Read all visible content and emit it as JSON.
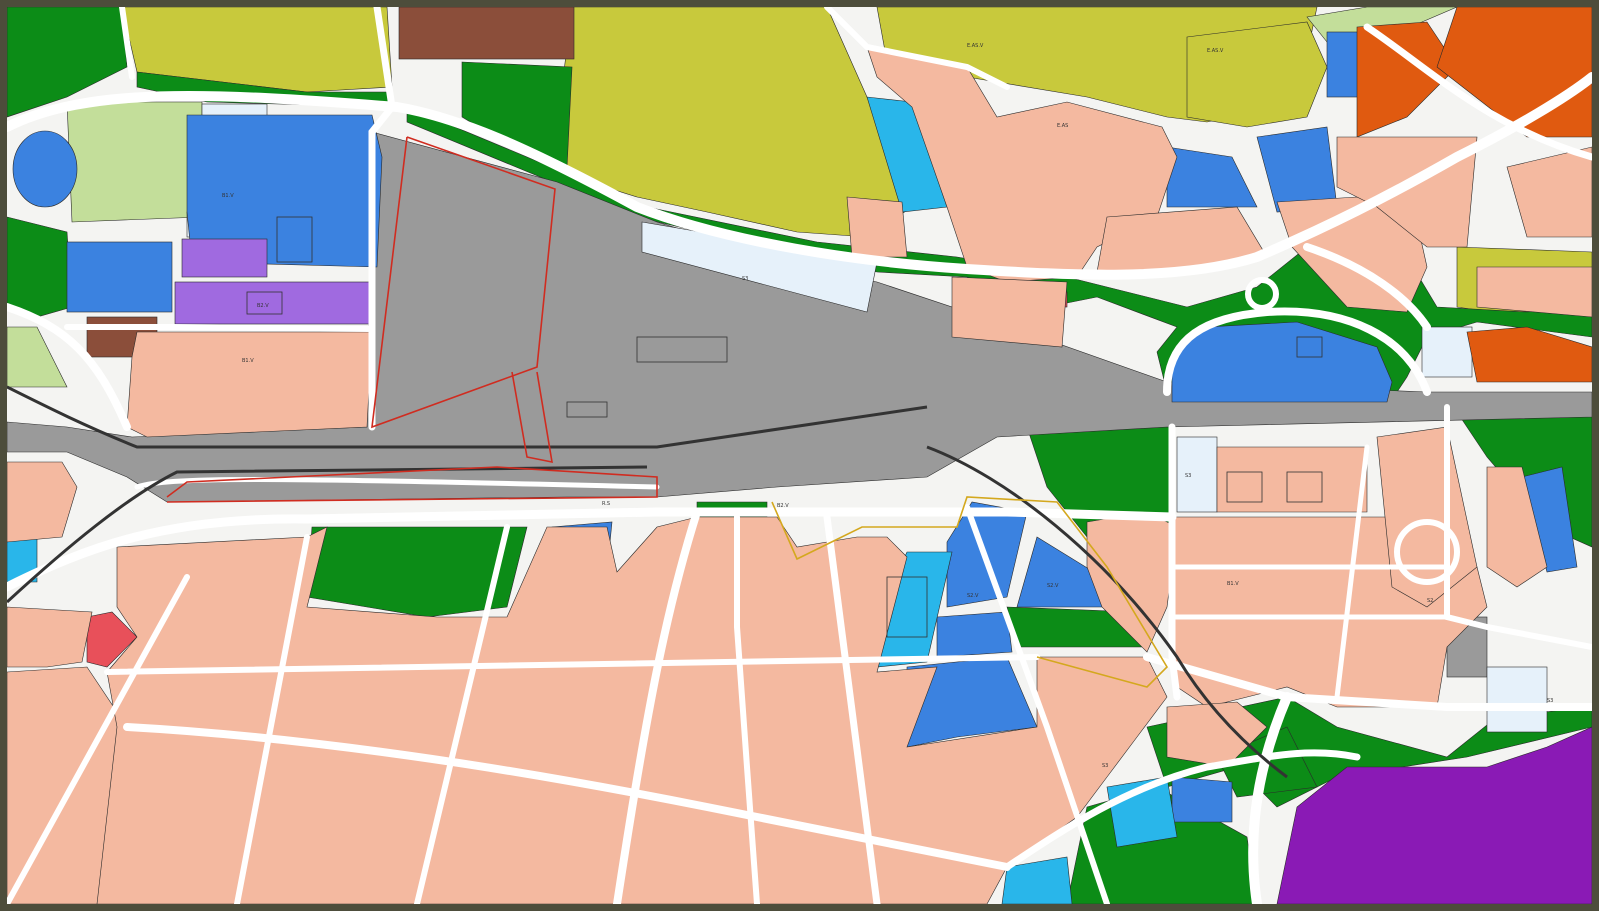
{
  "map": {
    "colors": {
      "background": "#f4f4f2",
      "frame": "#4d4d3b",
      "residential": "#f4b9a0",
      "agricultural": "#c8c93c",
      "green": "#0c8c17",
      "light_green": "#c3de9a",
      "public_services": "#3b82e0",
      "light_blue": "#29b6ea",
      "rail_grey": "#9a9a9a",
      "violet": "#a06ae0",
      "purple": "#8a1ab5",
      "orange": "#e05a10",
      "brown": "#8b4e3a",
      "pale_blue": "#e6f1fa",
      "red": "#e8505a",
      "railway": "#333333",
      "boundary_red": "#d02c20",
      "boundary_yellow": "#d4a81e",
      "road": "#ffffff"
    },
    "zone_labels": [
      {
        "text": "B1.V",
        "ref": "b1"
      },
      {
        "text": "B1.V",
        "ref": "b2"
      },
      {
        "text": "B1.V",
        "ref": "b3"
      },
      {
        "text": "B2.V",
        "ref": "b4"
      },
      {
        "text": "E.AS.V",
        "ref": "a1"
      },
      {
        "text": "E.AS.V",
        "ref": "a2"
      },
      {
        "text": "E.AS",
        "ref": "a3"
      },
      {
        "text": "S3",
        "ref": "s1"
      },
      {
        "text": "S3",
        "ref": "s2"
      },
      {
        "text": "S3",
        "ref": "s3"
      },
      {
        "text": "S2",
        "ref": "s4"
      },
      {
        "text": "S2.V",
        "ref": "s5"
      },
      {
        "text": "S2.V",
        "ref": "s6"
      },
      {
        "text": "B2.V",
        "ref": "b5"
      },
      {
        "text": "S3",
        "ref": "s7"
      },
      {
        "text": "R.S",
        "ref": "r1"
      }
    ]
  }
}
